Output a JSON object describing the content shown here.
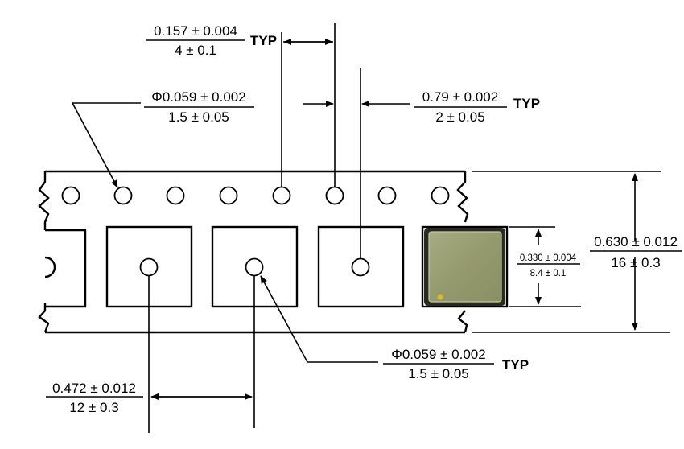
{
  "dimensions": {
    "sprocket_pitch": {
      "inch": "0.157 ± 0.004",
      "mm": "4 ± 0.1",
      "suffix": "TYP"
    },
    "sprocket_hole": {
      "inch": "Φ0.059 ± 0.002",
      "mm": "1.5 ± 0.05"
    },
    "hole_to_pocket": {
      "inch": "0.79 ± 0.002",
      "mm": "2 ± 0.05",
      "suffix": "TYP"
    },
    "tape_width": {
      "inch": "0.630 ± 0.012",
      "mm": "16 ± 0.3"
    },
    "pocket_size": {
      "inch": "0.330 ± 0.004",
      "mm": "8.4 ± 0.1"
    },
    "pocket_hole": {
      "inch": "Φ0.059 ± 0.002",
      "mm": "1.5 ± 0.05",
      "suffix": "TYP"
    },
    "pocket_pitch": {
      "inch": "0.472 ± 0.012",
      "mm": "12 ± 0.3"
    }
  },
  "colors": {
    "line": "#000000",
    "component_body": "#9a9f74",
    "component_edge": "#2a2a1e",
    "marker_dot": "#d8b830"
  }
}
